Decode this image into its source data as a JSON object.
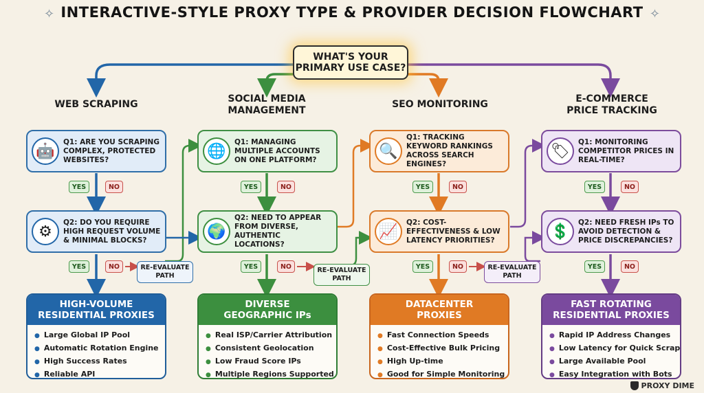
{
  "title": "INTERACTIVE-STYLE PROXY TYPE & PROVIDER DECISION FLOWCHART",
  "start": "WHAT'S YOUR PRIMARY USE CASE?",
  "yes_label": "YES",
  "no_label": "NO",
  "reevaluate_label": "RE-EVALUATE\nPATH",
  "columns": [
    {
      "title": "WEB SCRAPING",
      "color": "#2266a8",
      "q1": "Q1: ARE YOU SCRAPING COMPLEX, PROTECTED WEBSITES?",
      "q1_icon": "robot-icon",
      "q2": "Q2: DO YOU REQUIRE HIGH REQUEST VOLUME & MINIMAL BLOCKS?",
      "q2_icon": "browser-gear-icon",
      "result_title": "HIGH-VOLUME\nRESIDENTIAL PROXIES",
      "features": [
        "Large Global IP Pool",
        "Automatic Rotation Engine",
        "High Success Rates",
        "Reliable API"
      ]
    },
    {
      "title": "SOCIAL MEDIA\nMANAGEMENT",
      "color": "#3c8f3f",
      "q1": "Q1: MANAGING MULTIPLE ACCOUNTS ON ONE PLATFORM?",
      "q1_icon": "social-network-icon",
      "q2": "Q2: NEED TO APPEAR FROM DIVERSE, AUTHENTIC LOCATIONS?",
      "q2_icon": "globe-icon",
      "result_title": "DIVERSE\nGEOGRAPHIC IPs",
      "features": [
        "Real ISP/Carrier Attribution",
        "Consistent Geolocation",
        "Low Fraud Score IPs",
        "Multiple Regions Supported"
      ]
    },
    {
      "title": "SEO MONITORING",
      "color": "#e07a24",
      "q1": "Q1: TRACKING KEYWORD RANKINGS ACROSS SEARCH ENGINES?",
      "q1_icon": "search-engine-icon",
      "q2": "Q2: COST-EFFECTIVENESS & LOW LATENCY PRIORITIES?",
      "q2_icon": "magnifier-chart-icon",
      "result_title": "DATACENTER\nPROXIES",
      "features": [
        "Fast Connection Speeds",
        "Cost-Effective Bulk Pricing",
        "High Up-time",
        "Good for Simple Monitoring"
      ]
    },
    {
      "title": "E-COMMERCE\nPRICE TRACKING",
      "color": "#7a4a9e",
      "q1": "Q1: MONITORING COMPETITOR PRICES IN REAL-TIME?",
      "q1_icon": "price-tag-icon",
      "q2": "Q2: NEED FRESH IPs TO AVOID DETECTION & PRICE DISCREPANCIES?",
      "q2_icon": "price-tag-chart-icon",
      "result_title": "FAST ROTATING\nRESIDENTIAL PROXIES",
      "features": [
        "Rapid IP Address Changes",
        "Low Latency for Quick Scraping",
        "Large Available Pool",
        "Easy Integration with Bots"
      ]
    }
  ],
  "brand": "PROXY DIME"
}
